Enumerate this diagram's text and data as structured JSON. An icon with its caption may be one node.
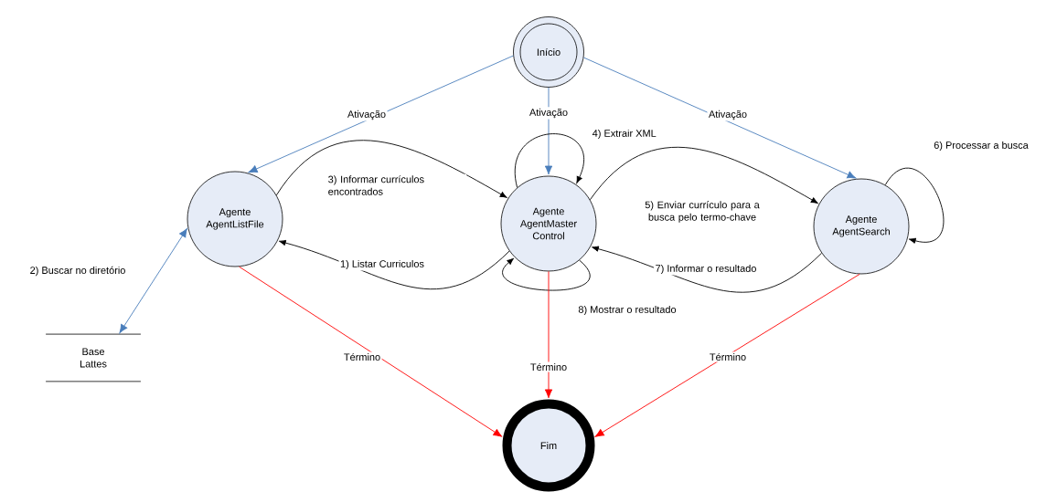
{
  "diagram": {
    "nodes": [
      {
        "text": [
          "Início"
        ]
      },
      {
        "text": [
          "Agente AgentListFile"
        ]
      },
      {
        "text": [
          "Agente AgentMaster Control"
        ]
      },
      {
        "text": [
          "Agente AgentSearch"
        ]
      },
      {
        "text": [
          "Base Lattes"
        ]
      },
      {
        "text": [
          "Fim"
        ]
      }
    ],
    "edges": [
      {
        "from": 0,
        "to": 1,
        "arrow": "to",
        "label": "Ativação",
        "color": "#4a7ebb"
      },
      {
        "from": 0,
        "to": 2,
        "arrow": "to",
        "label": "Ativação",
        "color": "#4a7ebb"
      },
      {
        "from": 0,
        "to": 3,
        "arrow": "to",
        "label": "Ativação",
        "color": "#4a7ebb"
      },
      {
        "from": 1,
        "to": 2,
        "arrow": "to",
        "label": "3) Informar currículos encontrados"
      },
      {
        "from": 2,
        "to": 1,
        "arrow": "to",
        "label": "1) Listar Curriculos"
      },
      {
        "from": 2,
        "to": 2,
        "arrow": "to",
        "label": "4) Extrair XML"
      },
      {
        "from": 2,
        "to": 3,
        "arrow": "to",
        "label": "5) Enviar currículo para a busca pelo termo-chave"
      },
      {
        "from": 3,
        "to": 3,
        "arrow": "to",
        "label": "6) Processar a busca"
      },
      {
        "from": 3,
        "to": 2,
        "arrow": "to",
        "label": "7) Informar o resultado"
      },
      {
        "from": 2,
        "to": 2,
        "arrow": "to",
        "label": "8) Mostrar o resultado"
      },
      {
        "from": 1,
        "to": 4,
        "arrow": "both",
        "label": "2) Buscar no diretório",
        "color": "#4a7ebb"
      },
      {
        "from": 1,
        "to": 5,
        "arrow": "to",
        "label": "Término",
        "color": "#ff0000"
      },
      {
        "from": 2,
        "to": 5,
        "arrow": "to",
        "label": "Término",
        "color": "#ff0000"
      },
      {
        "from": 3,
        "to": 5,
        "arrow": "to",
        "label": "Término",
        "color": "#ff0000"
      }
    ]
  }
}
